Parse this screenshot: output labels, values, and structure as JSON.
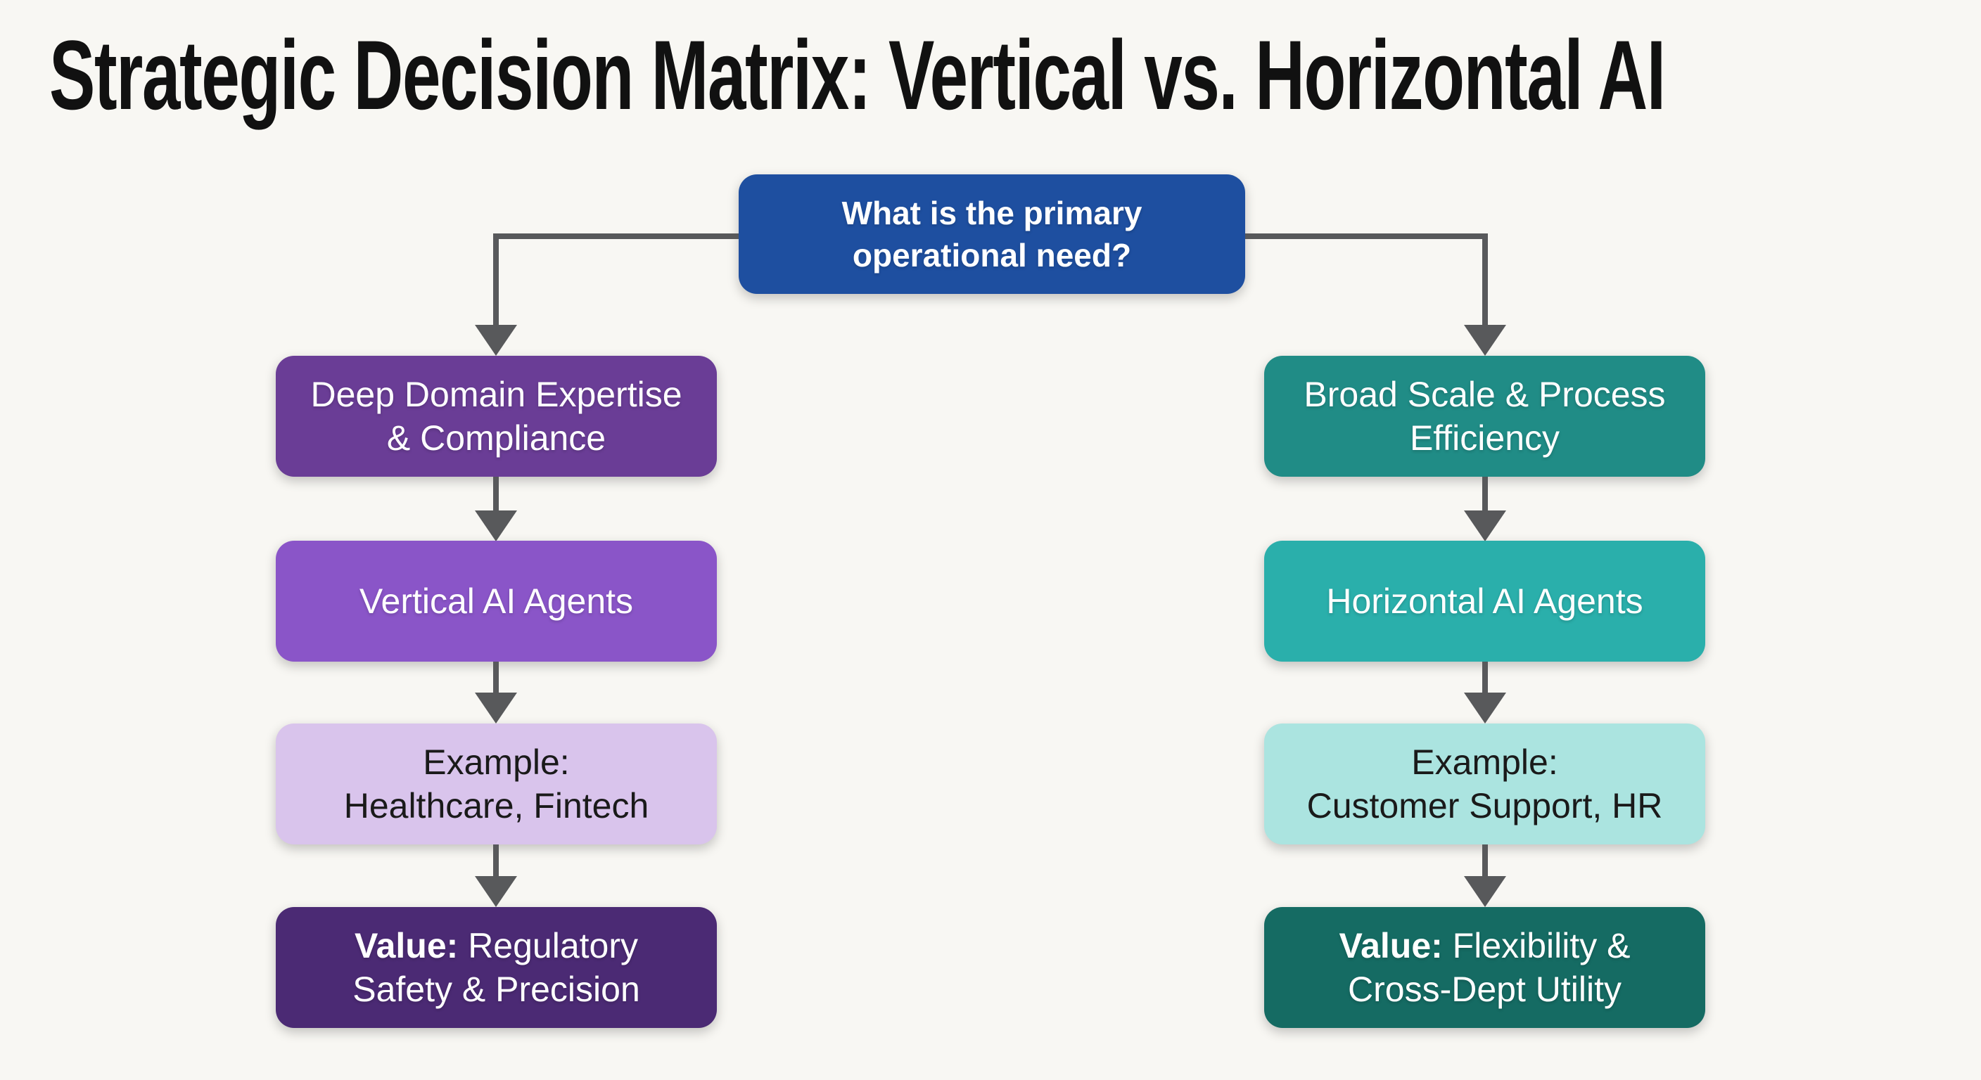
{
  "title": "Strategic Decision Matrix: Vertical vs. Horizontal AI",
  "colors": {
    "background": "#f8f7f3",
    "title_text": "#111111",
    "connector": "#58595b",
    "root_bg": "#1e4fa0",
    "left_need_bg": "#6a3d96",
    "left_agent_bg": "#8a55c8",
    "left_example_bg": "#d9c4ec",
    "left_value_bg": "#4b2a74",
    "right_need_bg": "#208c86",
    "right_agent_bg": "#2aafab",
    "right_example_bg": "#abe4e0",
    "right_value_bg": "#156b63",
    "light_text": "#ffffff",
    "dark_text": "#1a1a1a"
  },
  "flowchart": {
    "root": {
      "lines": [
        "What is the primary",
        "operational need?"
      ],
      "bg": "#1e4fa0",
      "text_color": "#ffffff"
    },
    "left": {
      "nodes": [
        {
          "lines": [
            "Deep Domain Expertise",
            "& Compliance"
          ],
          "bg": "#6a3d96",
          "text_color": "#ffffff"
        },
        {
          "lines": [
            "Vertical AI Agents"
          ],
          "bg": "#8a55c8",
          "text_color": "#ffffff"
        },
        {
          "lines": [
            "Example:",
            "Healthcare, Fintech"
          ],
          "bg": "#d9c4ec",
          "text_color": "#1a1a1a"
        },
        {
          "bold_prefix": "Value:",
          "lines": [
            " Regulatory",
            "Safety & Precision"
          ],
          "bg": "#4b2a74",
          "text_color": "#ffffff"
        }
      ]
    },
    "right": {
      "nodes": [
        {
          "lines": [
            "Broad Scale & Process",
            "Efficiency"
          ],
          "bg": "#208c86",
          "text_color": "#ffffff"
        },
        {
          "lines": [
            "Horizontal AI Agents"
          ],
          "bg": "#2aafab",
          "text_color": "#ffffff"
        },
        {
          "lines": [
            "Example:",
            "Customer Support, HR"
          ],
          "bg": "#abe4e0",
          "text_color": "#1a1a1a"
        },
        {
          "bold_prefix": "Value:",
          "lines": [
            " Flexibility &",
            "Cross-Dept Utility"
          ],
          "bg": "#156b63",
          "text_color": "#ffffff"
        }
      ]
    }
  }
}
